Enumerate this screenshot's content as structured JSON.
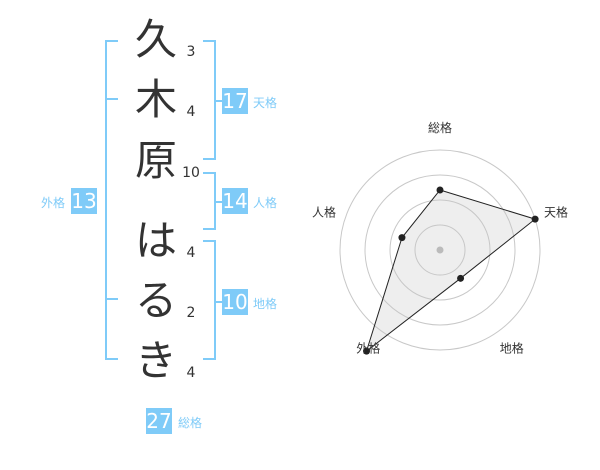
{
  "name": {
    "characters": [
      "久",
      "木",
      "原",
      "は",
      "る",
      "き"
    ],
    "strokes": [
      "3",
      "4",
      "10",
      "4",
      "2",
      "4"
    ]
  },
  "kakusu": {
    "tenkaku": {
      "value": "17",
      "label": "天格"
    },
    "jinkaku": {
      "value": "14",
      "label": "人格"
    },
    "chikaku": {
      "value": "10",
      "label": "地格"
    },
    "gaikaku": {
      "value": "13",
      "label": "外格"
    },
    "soukaku": {
      "value": "27",
      "label": "総格"
    }
  },
  "chart_data": {
    "type": "radar",
    "axes": [
      "総格",
      "天格",
      "地格",
      "外格",
      "人格"
    ],
    "rings": 4,
    "values": [
      0.6,
      1.0,
      0.35,
      1.25,
      0.4
    ]
  }
}
